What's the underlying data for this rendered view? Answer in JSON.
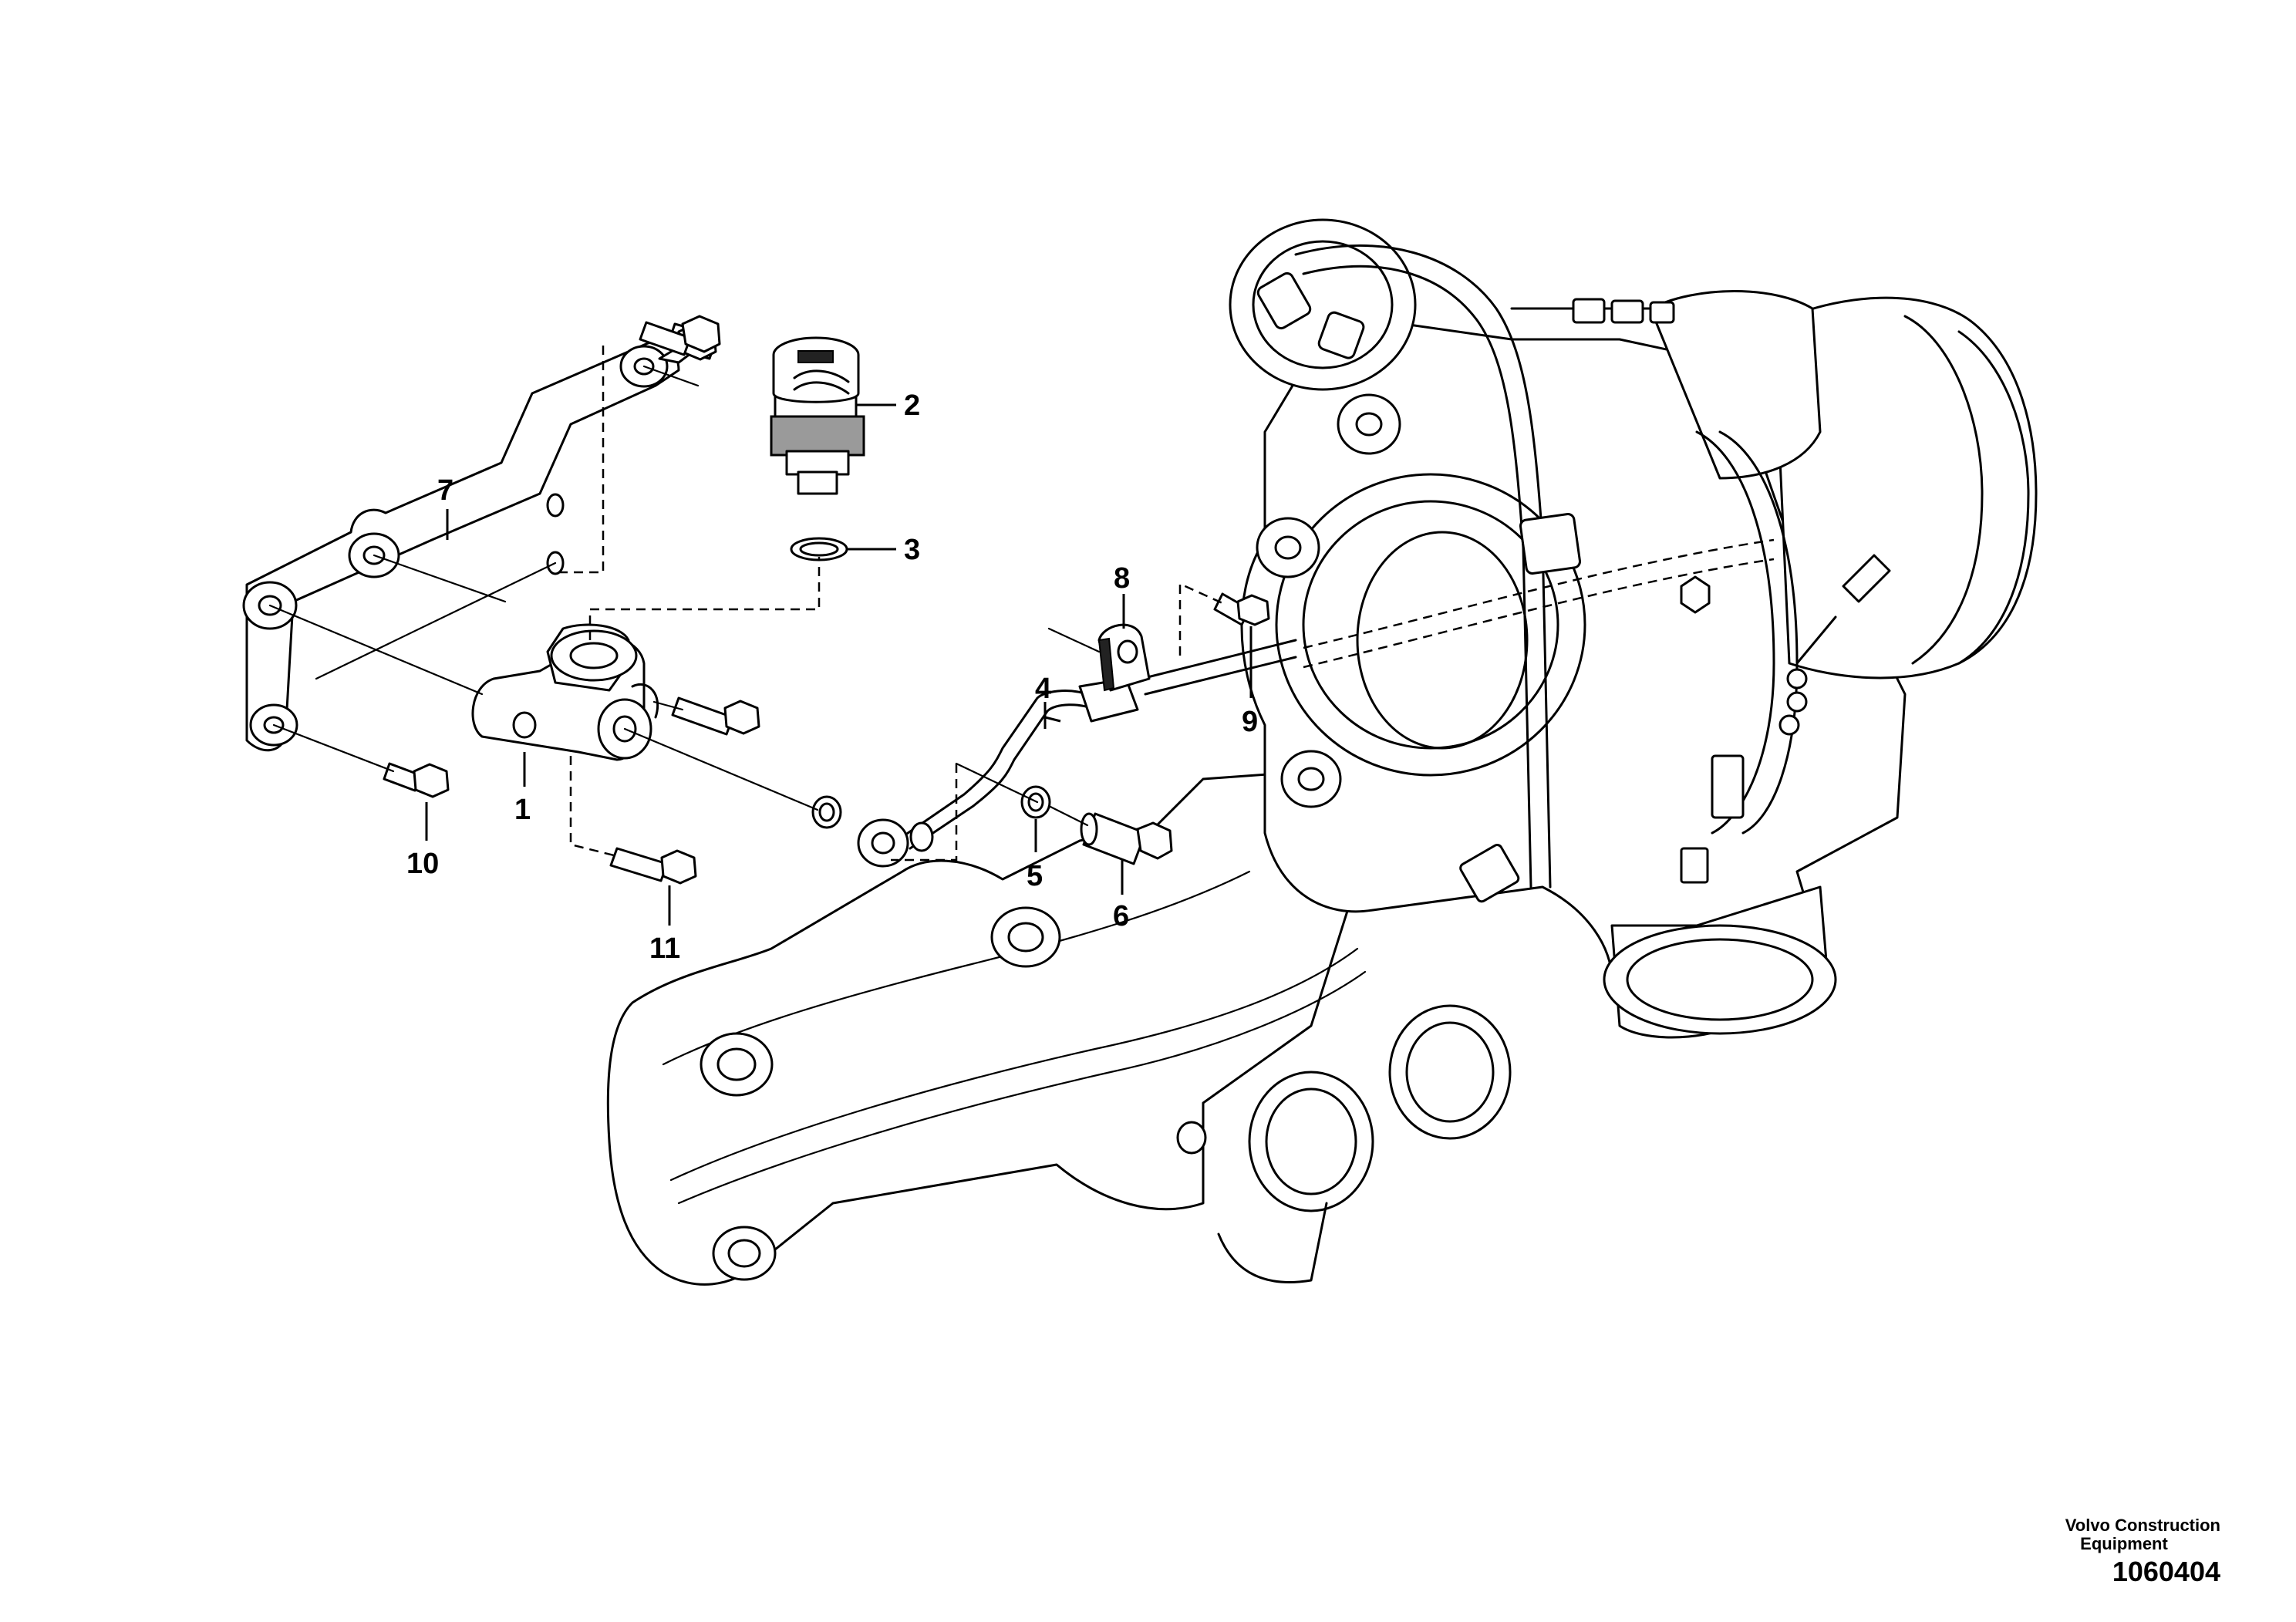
{
  "callouts": [
    "1",
    "2",
    "3",
    "4",
    "5",
    "6",
    "7",
    "8",
    "9",
    "10",
    "11"
  ],
  "footer": {
    "company_line1": "Volvo Construction",
    "company_line2": "Equipment",
    "drawing_number": "1060404"
  }
}
